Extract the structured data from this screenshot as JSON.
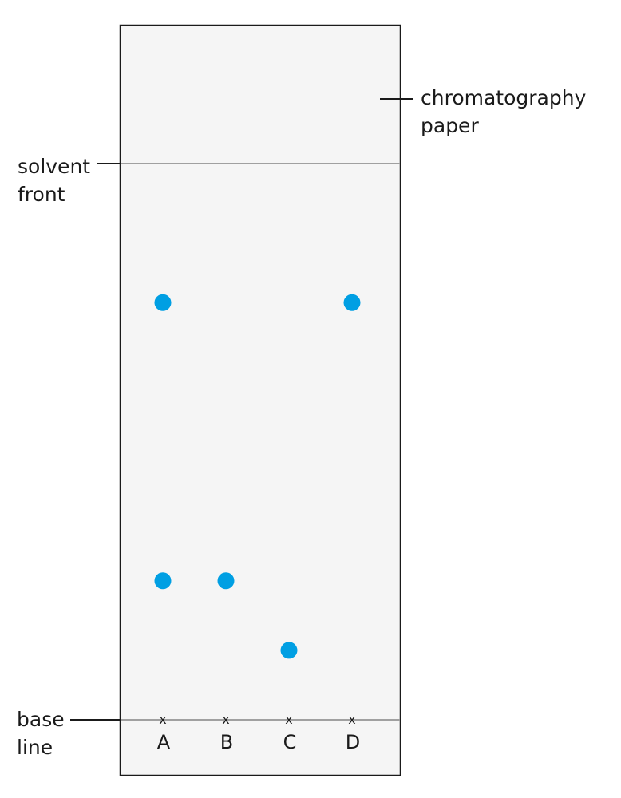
{
  "labels": {
    "paper": [
      "chromatography",
      "paper"
    ],
    "solvent_front": [
      "solvent",
      "front"
    ],
    "base_line": [
      "base",
      "line"
    ]
  },
  "baseline_mark": "x",
  "lanes": [
    {
      "label": "A",
      "spots_rf": [
        0.75,
        0.25
      ]
    },
    {
      "label": "B",
      "spots_rf": [
        0.25
      ]
    },
    {
      "label": "C",
      "spots_rf": [
        0.125
      ]
    },
    {
      "label": "D",
      "spots_rf": [
        0.75
      ]
    }
  ],
  "colors": {
    "spot": "#009FE3",
    "paper": "#F5F5F5",
    "lines": "#A0A0A0"
  }
}
